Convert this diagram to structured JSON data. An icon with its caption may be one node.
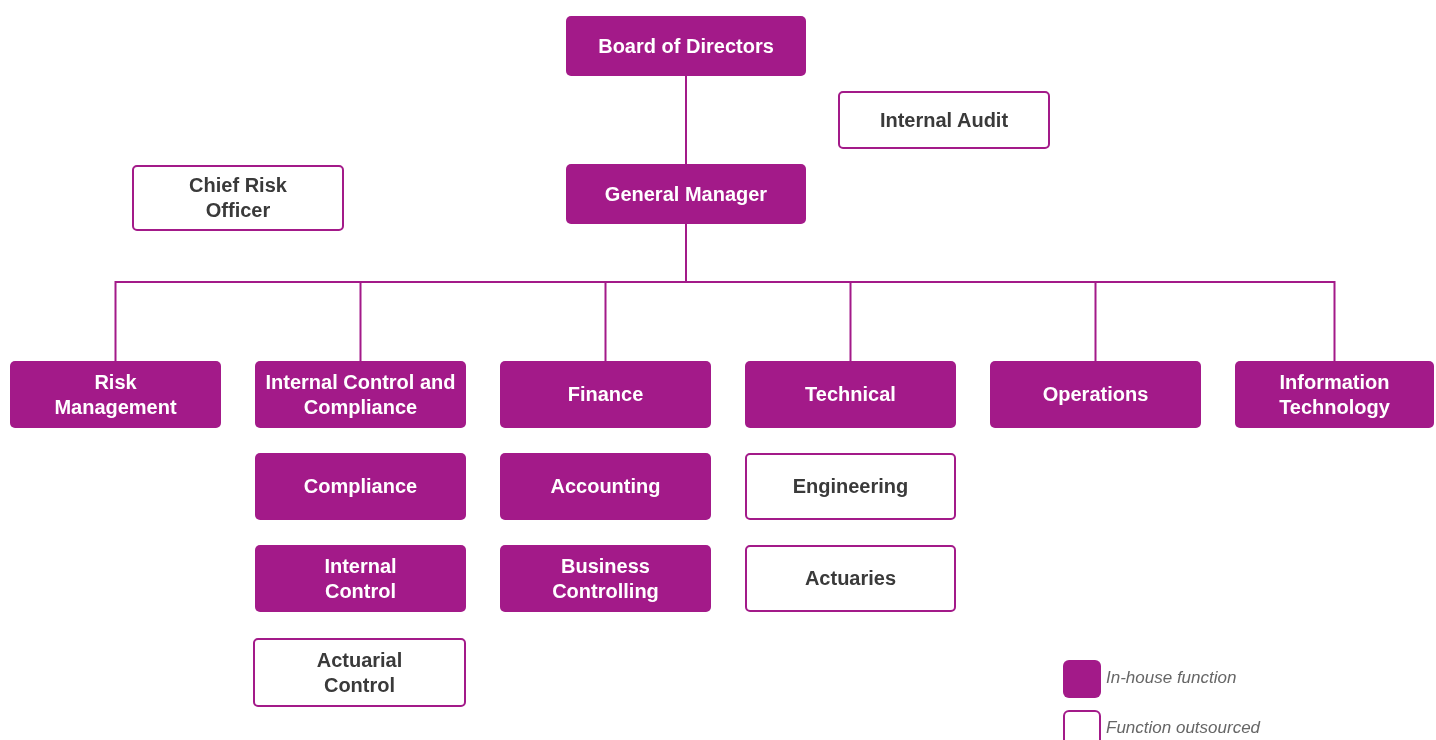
{
  "diagram": {
    "nodes": [
      {
        "text": [
          "Board of Directors"
        ]
      },
      {
        "text": [
          "Internal Audit"
        ]
      },
      {
        "text": [
          "Chief Risk Officer"
        ]
      },
      {
        "text": [
          "General Manager"
        ]
      },
      {
        "text": [
          "Risk Management"
        ]
      },
      {
        "text": [
          "Internal Control and Compliance"
        ]
      },
      {
        "text": [
          "Finance"
        ]
      },
      {
        "text": [
          "Technical"
        ]
      },
      {
        "text": [
          "Operations"
        ]
      },
      {
        "text": [
          "Information Technology"
        ]
      },
      {
        "text": [
          "Compliance"
        ]
      },
      {
        "text": [
          "Internal Control"
        ]
      },
      {
        "text": [
          "Actuarial Control"
        ]
      },
      {
        "text": [
          "Accounting"
        ]
      },
      {
        "text": [
          "Business Controlling"
        ]
      },
      {
        "text": [
          "Engineering"
        ]
      },
      {
        "text": [
          "Actuaries"
        ]
      }
    ],
    "edges": [
      {
        "from": 0,
        "to": 3,
        "arrow": "none"
      },
      {
        "from": 3,
        "to": 4,
        "arrow": "none"
      },
      {
        "from": 3,
        "to": 5,
        "arrow": "none"
      },
      {
        "from": 3,
        "to": 6,
        "arrow": "none"
      },
      {
        "from": 3,
        "to": 7,
        "arrow": "none"
      },
      {
        "from": 3,
        "to": 8,
        "arrow": "none"
      },
      {
        "from": 3,
        "to": 9,
        "arrow": "none"
      }
    ],
    "legend": [
      {
        "text": "In-house function",
        "color": "#a31a89"
      },
      {
        "text": "Function outsourced"
      }
    ]
  }
}
